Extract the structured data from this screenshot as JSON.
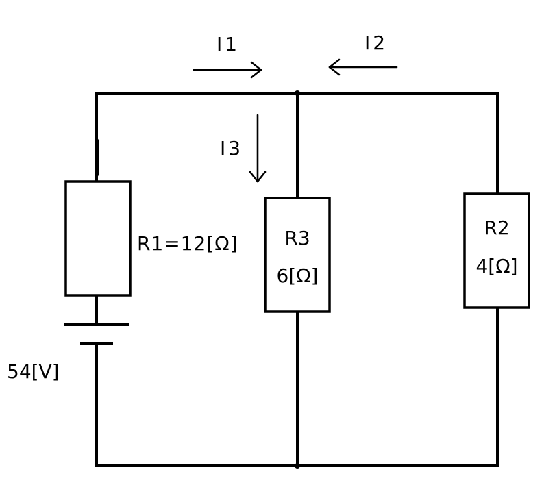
{
  "currents": {
    "i1": "I1",
    "i2": "I2",
    "i3": "I3"
  },
  "resistors": {
    "r1": {
      "label": "R1=12[Ω]"
    },
    "r3": {
      "name": "R3",
      "value": "6[Ω]"
    },
    "r2": {
      "name": "R2",
      "value": "4[Ω]"
    }
  },
  "battery": {
    "label": "54[V]"
  },
  "colors": {
    "line": "#000000",
    "background": "#ffffff"
  }
}
